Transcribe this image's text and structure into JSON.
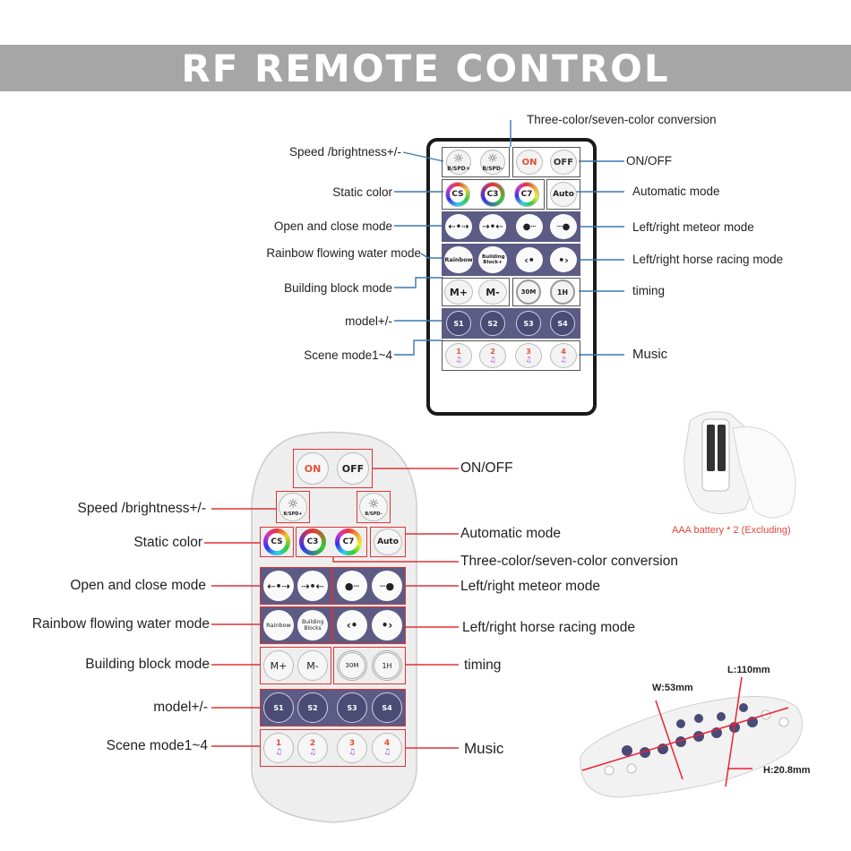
{
  "title": "RF REMOTE CONTROL",
  "top_labels": {
    "three_color": "Three-color/seven-color conversion",
    "speed": "Speed /brightness+/-",
    "onoff": "ON/OFF",
    "static": "Static color",
    "auto": "Automatic mode",
    "open": "Open and close mode",
    "meteor": "Left/right meteor mode",
    "rainbow": "Rainbow flowing water mode",
    "horse": "Left/right horse racing mode",
    "building": "Building block mode",
    "timing": "timing",
    "model": "model+/-",
    "music": "Music",
    "scene": "Scene mode1~4"
  },
  "bottom_labels": {
    "onoff": "ON/OFF",
    "speed": "Speed /brightness+/-",
    "static": "Static color",
    "auto": "Automatic mode",
    "three_color": "Three-color/seven-color conversion",
    "open": "Open and close mode",
    "meteor": "Left/right meteor mode",
    "rainbow": "Rainbow flowing water mode",
    "horse": "Left/right horse racing mode",
    "building": "Building block mode",
    "timing": "timing",
    "model": "model+/-",
    "scene": "Scene mode1~4",
    "music": "Music"
  },
  "buttons": {
    "on": "ON",
    "off": "OFF",
    "cs": "CS",
    "c3": "C3",
    "c7": "C7",
    "auto": "Auto",
    "rainbow": "Rainbow",
    "building_top": "Building Block+",
    "building_bottom": "Building Blocks",
    "m_plus": "M+",
    "m_minus": "M-",
    "t30": "30M",
    "t1h": "1H",
    "s1": "S1",
    "s2": "S2",
    "s3": "S3",
    "s4": "S4",
    "n1": "1",
    "n2": "2",
    "n3": "3",
    "n4": "4",
    "bspd": "B/SPD+",
    "bspd_minus": "B/SPD-"
  },
  "battery_caption": "AAA battery * 2 (Excluding)",
  "dimensions": {
    "width": "W:53mm",
    "length": "L:110mm",
    "height": "H:20.8mm"
  }
}
